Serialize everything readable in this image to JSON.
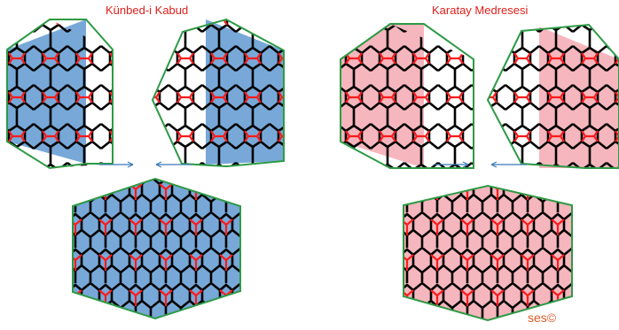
{
  "titles": {
    "left": "Künbed-i Kabud",
    "right": "Karatay Medresesi"
  },
  "credit": "ses©",
  "colors": {
    "left_fill": "#77a8d8",
    "right_fill": "#f6b6bd",
    "outline": "#2e9a45",
    "lines_black": "#000000",
    "lines_red": "#ff1a1a",
    "arrows": "#3a78b5",
    "title": "#e0201c",
    "credit": "#e05a25"
  }
}
